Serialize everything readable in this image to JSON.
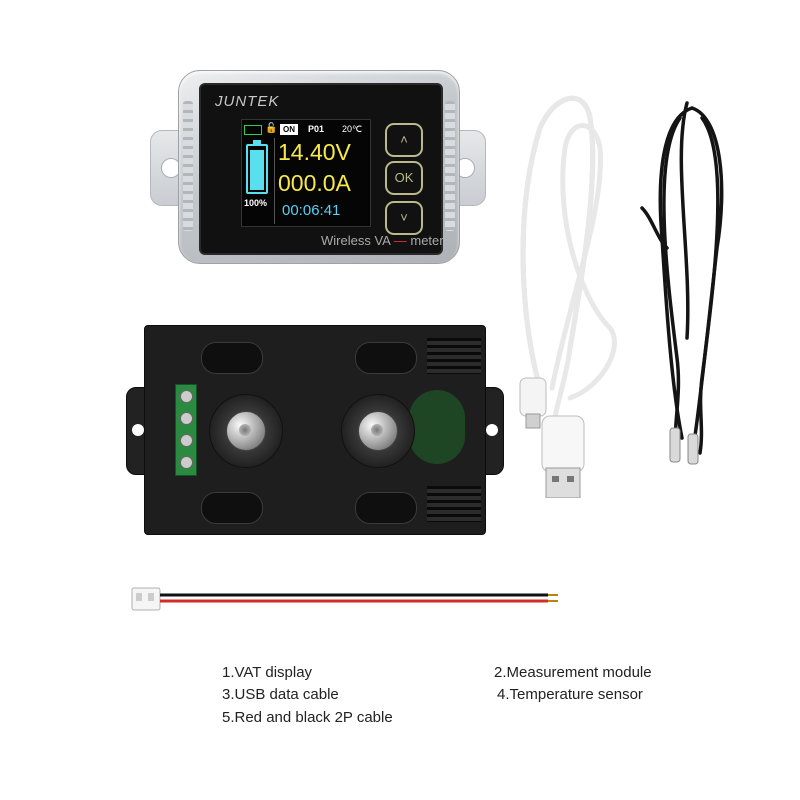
{
  "device": {
    "brand": "JUNTEK",
    "status_on": "ON",
    "program": "P01",
    "temperature": "20℃",
    "battery_percent_label": "100%",
    "battery_level": 1.0,
    "voltage": "14.40V",
    "current": "000.0A",
    "elapsed": "00:06:41",
    "caption_left": "Wireless VA",
    "caption_dash": "—",
    "caption_right": "meter",
    "keys": {
      "up": "˄",
      "ok": "OK",
      "down": "˅"
    }
  },
  "colors": {
    "lcd_voltage": "#f7e94a",
    "lcd_time": "#5ad0f5",
    "battery": "#58e0ee",
    "cable_red": "#d42a2a",
    "cable_black": "#111111"
  },
  "legend": [
    "1.VAT display",
    "2.Measurement module",
    "3.USB data cable",
    "4.Temperature sensor",
    "5.Red and black 2P cable"
  ]
}
